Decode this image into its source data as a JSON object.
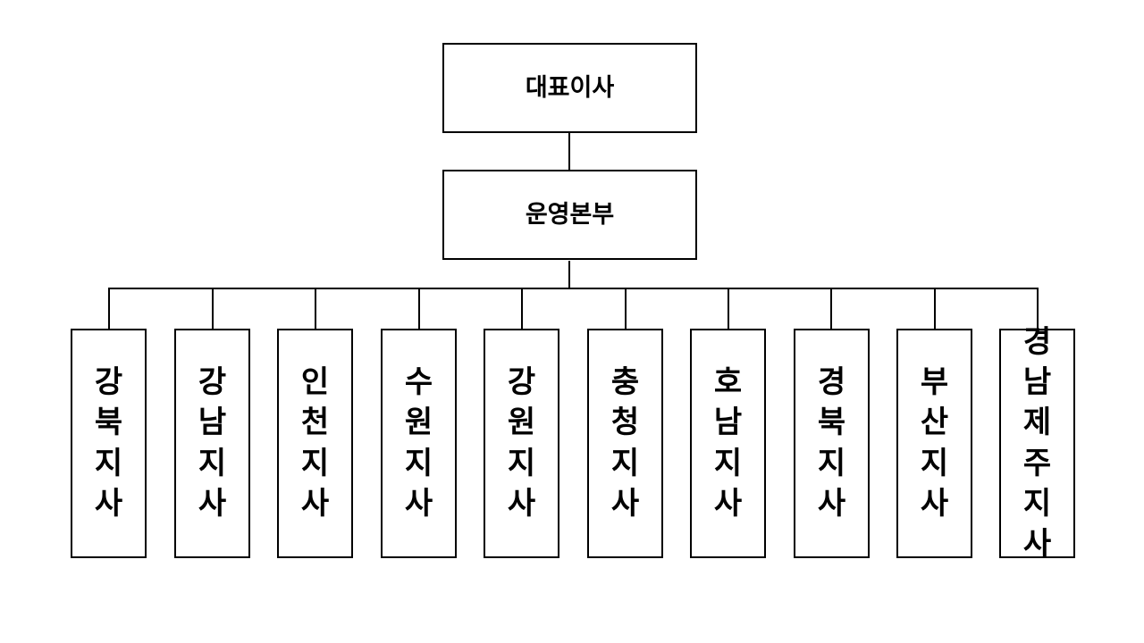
{
  "chart_data": {
    "type": "diagram",
    "diagram_kind": "organization-chart",
    "orientation": "top-down",
    "title": "",
    "background_color": "#ffffff",
    "line_color": "#000000",
    "text_color": "#000000",
    "text_layout": "vertical-stacked-characters",
    "levels": 3,
    "node_count": 12,
    "nodes": [
      {
        "id": "ceo",
        "label": "대표이사",
        "level": 1,
        "parent": null
      },
      {
        "id": "ops",
        "label": "운영본부",
        "level": 2,
        "parent": "ceo"
      },
      {
        "id": "branch-1",
        "label": "강북지사",
        "level": 3,
        "parent": "ops"
      },
      {
        "id": "branch-2",
        "label": "강남지사",
        "level": 3,
        "parent": "ops"
      },
      {
        "id": "branch-3",
        "label": "인천지사",
        "level": 3,
        "parent": "ops"
      },
      {
        "id": "branch-4",
        "label": "수원지사",
        "level": 3,
        "parent": "ops"
      },
      {
        "id": "branch-5",
        "label": "강원지사",
        "level": 3,
        "parent": "ops"
      },
      {
        "id": "branch-6",
        "label": "충청지사",
        "level": 3,
        "parent": "ops"
      },
      {
        "id": "branch-7",
        "label": "호남지사",
        "level": 3,
        "parent": "ops"
      },
      {
        "id": "branch-8",
        "label": "경북지사",
        "level": 3,
        "parent": "ops"
      },
      {
        "id": "branch-9",
        "label": "부산지사",
        "level": 3,
        "parent": "ops"
      },
      {
        "id": "branch-10",
        "label": "경남제주지사",
        "level": 3,
        "parent": "ops"
      }
    ]
  },
  "org_chart": {
    "root": {
      "label": "대표이사"
    },
    "division": {
      "label": "운영본부"
    },
    "branches": [
      {
        "label": "강북지사"
      },
      {
        "label": "강남지사"
      },
      {
        "label": "인천지사"
      },
      {
        "label": "수원지사"
      },
      {
        "label": "강원지사"
      },
      {
        "label": "충청지사"
      },
      {
        "label": "호남지사"
      },
      {
        "label": "경북지사"
      },
      {
        "label": "부산지사"
      },
      {
        "label": "경남제주지사"
      }
    ]
  }
}
